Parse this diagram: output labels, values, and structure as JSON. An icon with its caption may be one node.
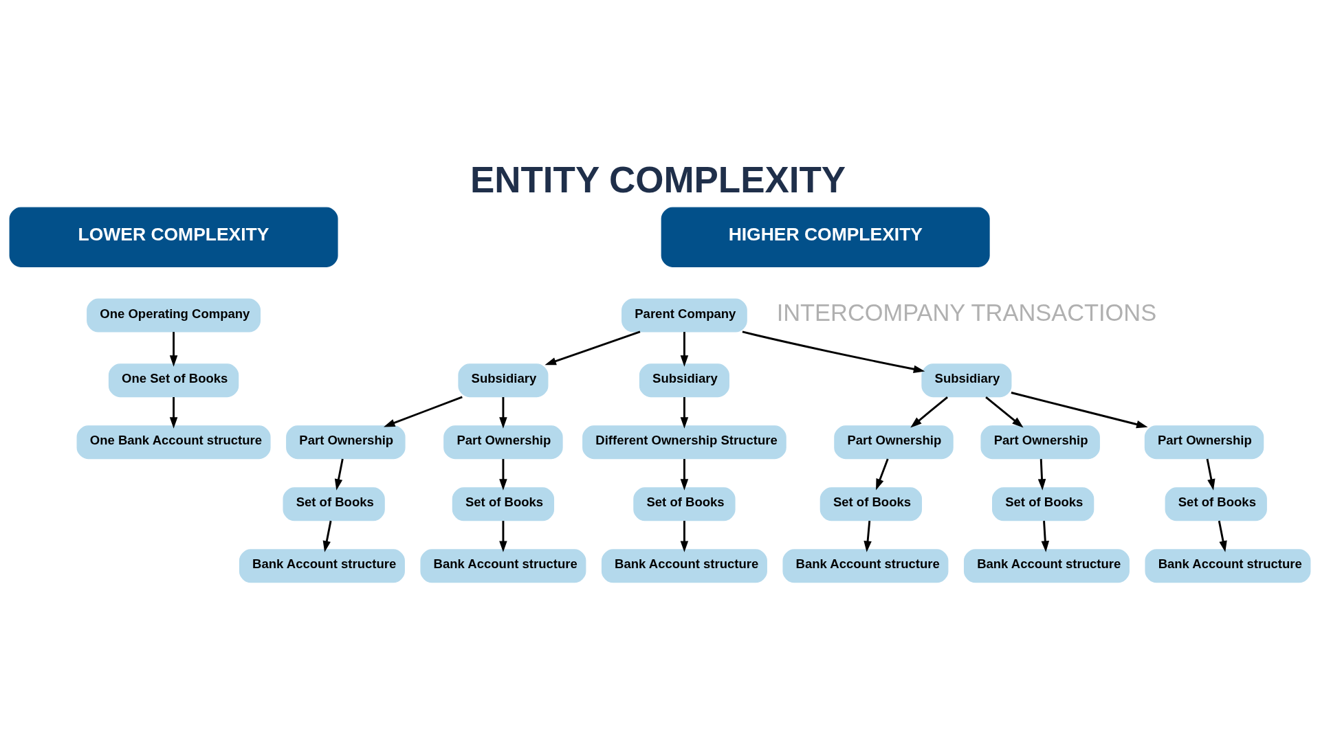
{
  "diagram": {
    "title": "ENTITY COMPLEXITY",
    "nodes": [
      {
        "text": [
          "LOWER COMPLEXITY"
        ]
      },
      {
        "text": [
          "HIGHER COMPLEXITY"
        ]
      },
      {
        "text": [
          "One Operating Company"
        ]
      },
      {
        "text": [
          "One Set of Books"
        ]
      },
      {
        "text": [
          "One Bank Account structure"
        ]
      },
      {
        "text": [
          "Parent Company"
        ]
      },
      {
        "text": [
          "Subsidiary"
        ]
      },
      {
        "text": [
          "Subsidiary"
        ]
      },
      {
        "text": [
          "Subsidiary"
        ]
      },
      {
        "text": [
          "Part Ownership"
        ]
      },
      {
        "text": [
          "Part Ownership"
        ]
      },
      {
        "text": [
          "Different Ownership Structure"
        ]
      },
      {
        "text": [
          "Part Ownership"
        ]
      },
      {
        "text": [
          "Part Ownership"
        ]
      },
      {
        "text": [
          "Part Ownership"
        ]
      },
      {
        "text": [
          "Set of Books"
        ]
      },
      {
        "text": [
          "Set of Books"
        ]
      },
      {
        "text": [
          "Set of Books"
        ]
      },
      {
        "text": [
          "Set of Books"
        ]
      },
      {
        "text": [
          "Set of Books"
        ]
      },
      {
        "text": [
          "Set of Books"
        ]
      },
      {
        "text": [
          "Bank Account structure"
        ]
      },
      {
        "text": [
          "Bank Account structure"
        ]
      },
      {
        "text": [
          "Bank Account structure"
        ]
      },
      {
        "text": [
          "Bank Account structure"
        ]
      },
      {
        "text": [
          "Bank Account structure"
        ]
      },
      {
        "text": [
          "Bank Account structure"
        ]
      }
    ],
    "edges": [
      {
        "from": 2,
        "to": 3,
        "arrow": "to"
      },
      {
        "from": 3,
        "to": 4,
        "arrow": "to"
      },
      {
        "from": 5,
        "to": 6,
        "arrow": "to"
      },
      {
        "from": 5,
        "to": 7,
        "arrow": "to"
      },
      {
        "from": 5,
        "to": 8,
        "arrow": "to"
      },
      {
        "from": 6,
        "to": 9,
        "arrow": "to"
      },
      {
        "from": 6,
        "to": 10,
        "arrow": "to"
      },
      {
        "from": 7,
        "to": 11,
        "arrow": "to"
      },
      {
        "from": 8,
        "to": 12,
        "arrow": "to"
      },
      {
        "from": 8,
        "to": 13,
        "arrow": "to"
      },
      {
        "from": 8,
        "to": 14,
        "arrow": "to"
      },
      {
        "from": 9,
        "to": 15,
        "arrow": "to"
      },
      {
        "from": 10,
        "to": 16,
        "arrow": "to"
      },
      {
        "from": 11,
        "to": 17,
        "arrow": "to"
      },
      {
        "from": 12,
        "to": 18,
        "arrow": "to"
      },
      {
        "from": 13,
        "to": 19,
        "arrow": "to"
      },
      {
        "from": 14,
        "to": 20,
        "arrow": "to"
      },
      {
        "from": 15,
        "to": 21,
        "arrow": "to"
      },
      {
        "from": 16,
        "to": 22,
        "arrow": "to"
      },
      {
        "from": 17,
        "to": 23,
        "arrow": "to"
      },
      {
        "from": 18,
        "to": 24,
        "arrow": "to"
      },
      {
        "from": 19,
        "to": 25,
        "arrow": "to"
      },
      {
        "from": 20,
        "to": 26,
        "arrow": "to"
      }
    ],
    "labels": [
      "INTERCOMPANY TRANSACTIONS"
    ]
  }
}
